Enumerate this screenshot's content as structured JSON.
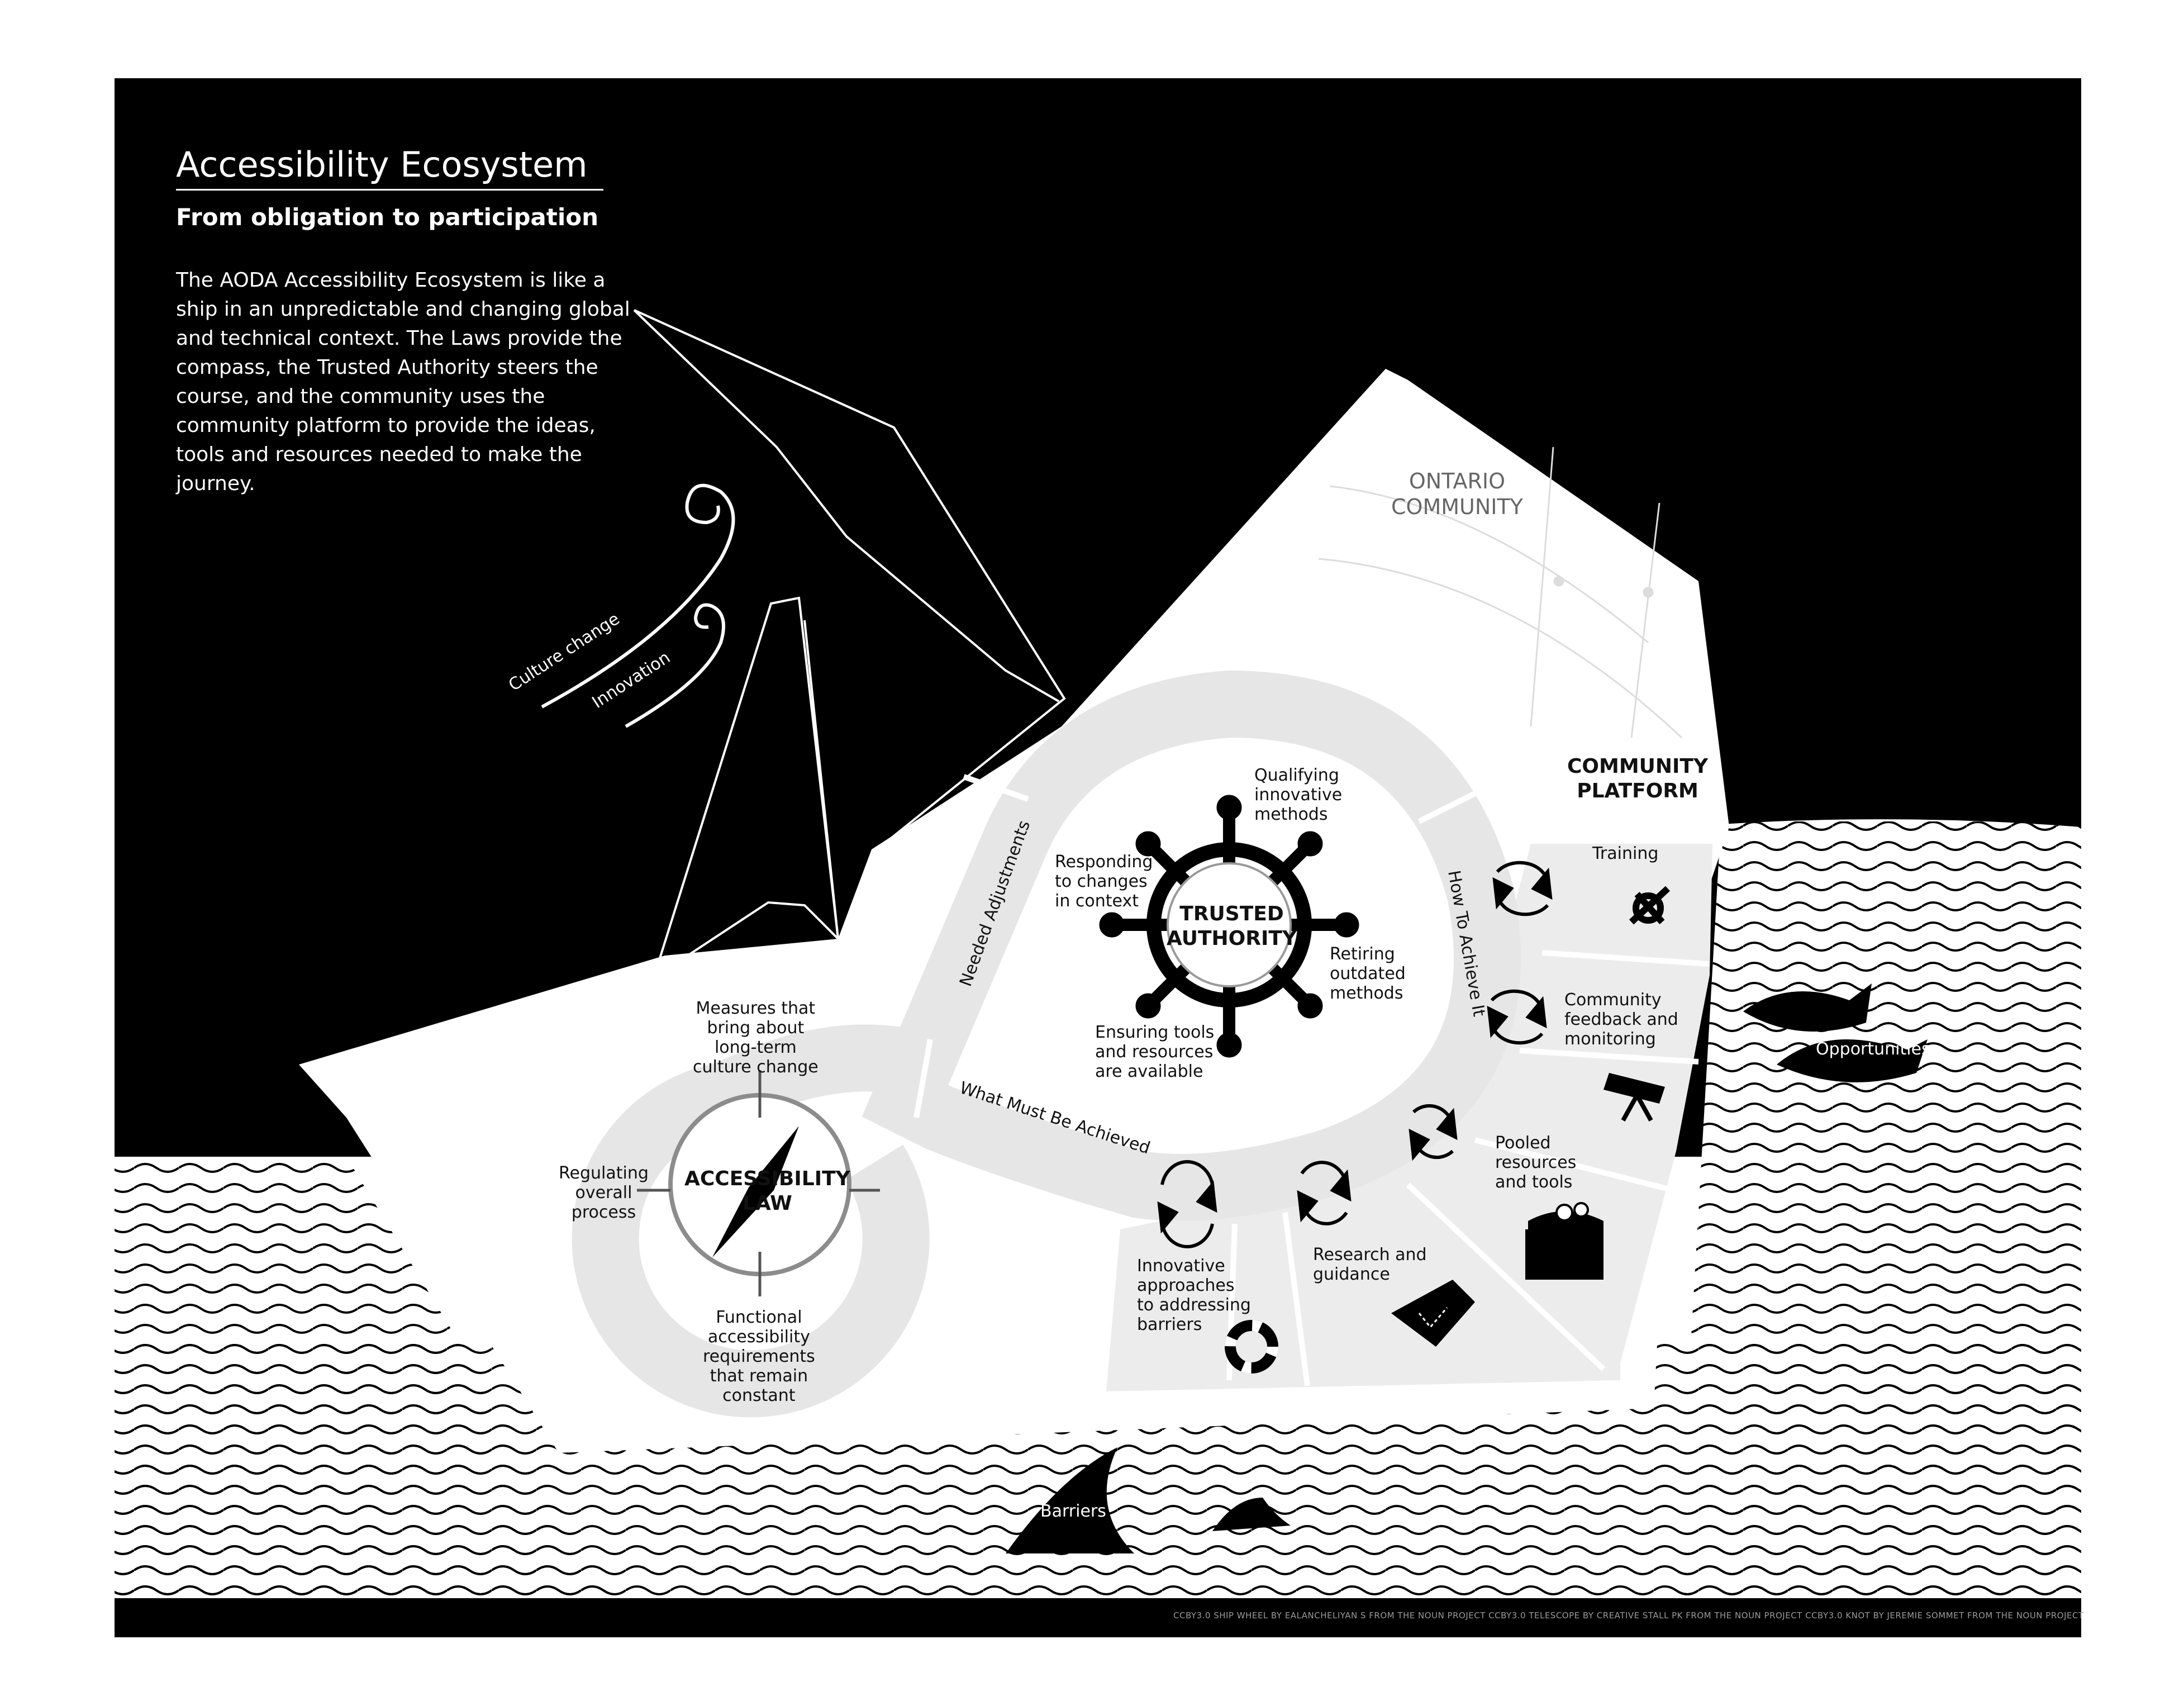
{
  "header": {
    "title": "Accessibility Ecosystem",
    "subtitle": "From obligation to participation",
    "description": "The AODA Accessibility Ecosystem is like a ship in an unpredictable and changing global and technical context. The Laws provide the compass, the Trusted Authority steers the course, and the community uses the community platform to provide the ideas, tools and resources needed to make the journey."
  },
  "winds": {
    "culture_change": "Culture change",
    "innovation": "Innovation"
  },
  "regions": {
    "ontario_community": "ONTARIO\nCOMMUNITY",
    "community_platform": "COMMUNITY\nPLATFORM"
  },
  "law": {
    "title": "ACCESSIBILITY\nLAW",
    "top": "Measures that\nbring about\nlong-term\nculture change",
    "left": "Regulating\noverall\nprocess",
    "bottom": "Functional\naccessibility\nrequirements\nthat remain\nconstant"
  },
  "authority": {
    "title": "TRUSTED\nAUTHORITY",
    "top": "Qualifying\ninnovative\nmethods",
    "left": "Responding\nto changes\nin context",
    "right": "Retiring\noutdated\nmethods",
    "bottom": "Ensuring tools\nand resources\nare available"
  },
  "paths": {
    "needed_adjustments": "Needed Adjustments",
    "how_to_achieve": "How To Achieve It",
    "what_must_be_achieved": "What Must Be Achieved"
  },
  "platform_items": {
    "training": "Training",
    "feedback": "Community\nfeedback and\nmonitoring",
    "pooled": "Pooled\nresources\nand tools",
    "research": "Research and\nguidance",
    "innovative": "Innovative\napproaches\nto addressing\nbarriers"
  },
  "sea": {
    "opportunities": "Opportunities",
    "barriers": "Barriers"
  },
  "credits": "CCBY3.0  SHIP WHEEL BY EALANCHELIYAN S FROM THE NOUN PROJECT      CCBY3.0  TELESCOPE BY CREATIVE STALL PK FROM THE NOUN PROJECT      CCBY3.0 KNOT BY JEREMIE SOMMET FROM THE NOUN PROJECT",
  "colors": {
    "background": "#000000",
    "sea": "#ffffff",
    "path": "#e6e6e6",
    "platform": "#ececec",
    "text": "#111111"
  }
}
